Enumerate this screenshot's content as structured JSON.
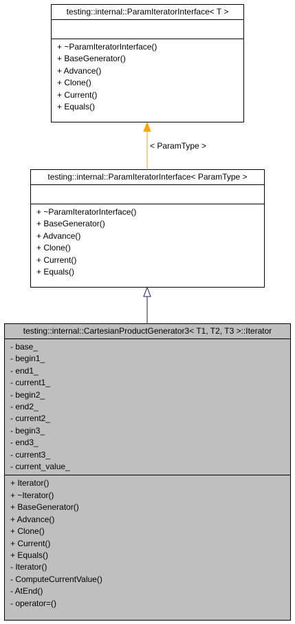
{
  "classes": {
    "top": {
      "name": "testing::internal::ParamIteratorInterface< T >",
      "attributes": [],
      "methods": [
        "+ ~ParamIteratorInterface()",
        "+ BaseGenerator()",
        "+ Advance()",
        "+ Clone()",
        "+ Current()",
        "+ Equals()"
      ]
    },
    "middle": {
      "name": "testing::internal::ParamIteratorInterface< ParamType >",
      "attributes": [],
      "methods": [
        "+ ~ParamIteratorInterface()",
        "+ BaseGenerator()",
        "+ Advance()",
        "+ Clone()",
        "+ Current()",
        "+ Equals()"
      ]
    },
    "bottom": {
      "name": "testing::internal::CartesianProductGenerator3< T1, T2, T3 >::Iterator",
      "attributes": [
        "- base_",
        "- begin1_",
        "- end1_",
        "- current1_",
        "- begin2_",
        "- end2_",
        "- current2_",
        "- begin3_",
        "- end3_",
        "- current3_",
        "- current_value_"
      ],
      "methods": [
        "+ Iterator()",
        "+ ~Iterator()",
        "+ BaseGenerator()",
        "+ Advance()",
        "+ Clone()",
        "+ Current()",
        "+ Equals()",
        "- Iterator()",
        "- ComputeCurrentValue()",
        "- AtEnd()",
        "- operator=()"
      ]
    }
  },
  "edges": {
    "template_binding": {
      "label": "< ParamType >",
      "color": "#ffa500"
    },
    "inheritance": {
      "color": "#191970"
    }
  }
}
